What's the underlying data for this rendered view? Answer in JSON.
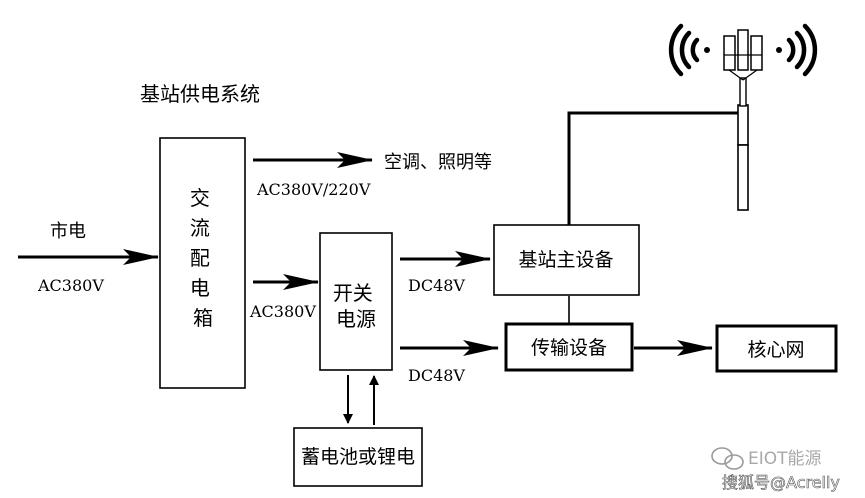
{
  "title": "基站供电系统",
  "boxes": {
    "ac_distribution": "交流配电箱",
    "switching_power": [
      "开关",
      "电源"
    ],
    "battery": "蓄电池或锂电",
    "bs_main": "基站主设备",
    "transmission": "传输设备",
    "core_network": "核心网"
  },
  "labels": {
    "mains": "市电",
    "mains_voltage": "AC380V",
    "hvac_lighting": "空调、照明等",
    "hvac_voltage": "AC380V/220V",
    "to_power_voltage": "AC380V",
    "dc_top": "DC48V",
    "dc_bottom": "DC48V"
  },
  "watermark": {
    "line1": "EIOT能源",
    "line2": "搜狐号@Acrelly"
  }
}
